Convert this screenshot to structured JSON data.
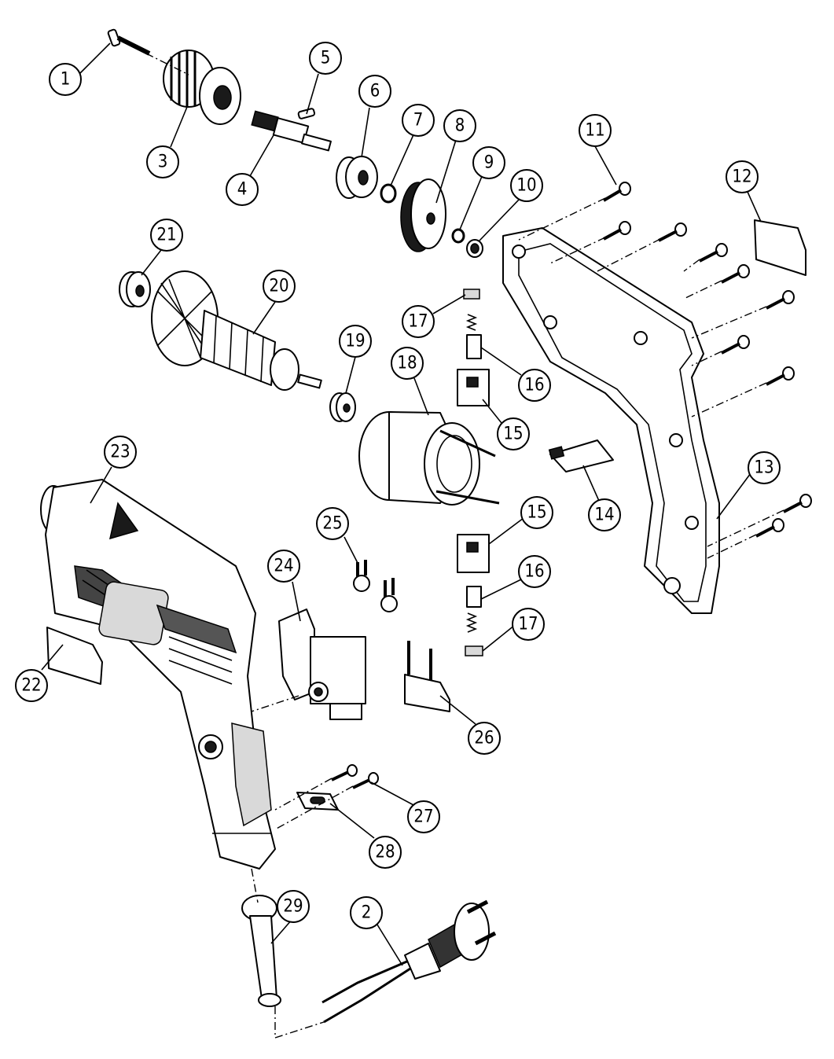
{
  "callouts": [
    {
      "id": "1",
      "label": "1"
    },
    {
      "id": "2",
      "label": "2"
    },
    {
      "id": "3",
      "label": "3"
    },
    {
      "id": "4",
      "label": "4"
    },
    {
      "id": "5",
      "label": "5"
    },
    {
      "id": "6",
      "label": "6"
    },
    {
      "id": "7",
      "label": "7"
    },
    {
      "id": "8",
      "label": "8"
    },
    {
      "id": "9",
      "label": "9"
    },
    {
      "id": "10",
      "label": "10"
    },
    {
      "id": "11",
      "label": "11"
    },
    {
      "id": "12",
      "label": "12"
    },
    {
      "id": "13",
      "label": "13"
    },
    {
      "id": "14",
      "label": "14"
    },
    {
      "id": "15a",
      "label": "15"
    },
    {
      "id": "15b",
      "label": "15"
    },
    {
      "id": "16a",
      "label": "16"
    },
    {
      "id": "16b",
      "label": "16"
    },
    {
      "id": "17a",
      "label": "17"
    },
    {
      "id": "17b",
      "label": "17"
    },
    {
      "id": "18",
      "label": "18"
    },
    {
      "id": "19",
      "label": "19"
    },
    {
      "id": "20",
      "label": "20"
    },
    {
      "id": "21",
      "label": "21"
    },
    {
      "id": "22",
      "label": "22"
    },
    {
      "id": "23",
      "label": "23"
    },
    {
      "id": "24",
      "label": "24"
    },
    {
      "id": "25",
      "label": "25"
    },
    {
      "id": "26",
      "label": "26"
    },
    {
      "id": "27",
      "label": "27"
    },
    {
      "id": "28",
      "label": "28"
    },
    {
      "id": "29",
      "label": "29"
    }
  ]
}
